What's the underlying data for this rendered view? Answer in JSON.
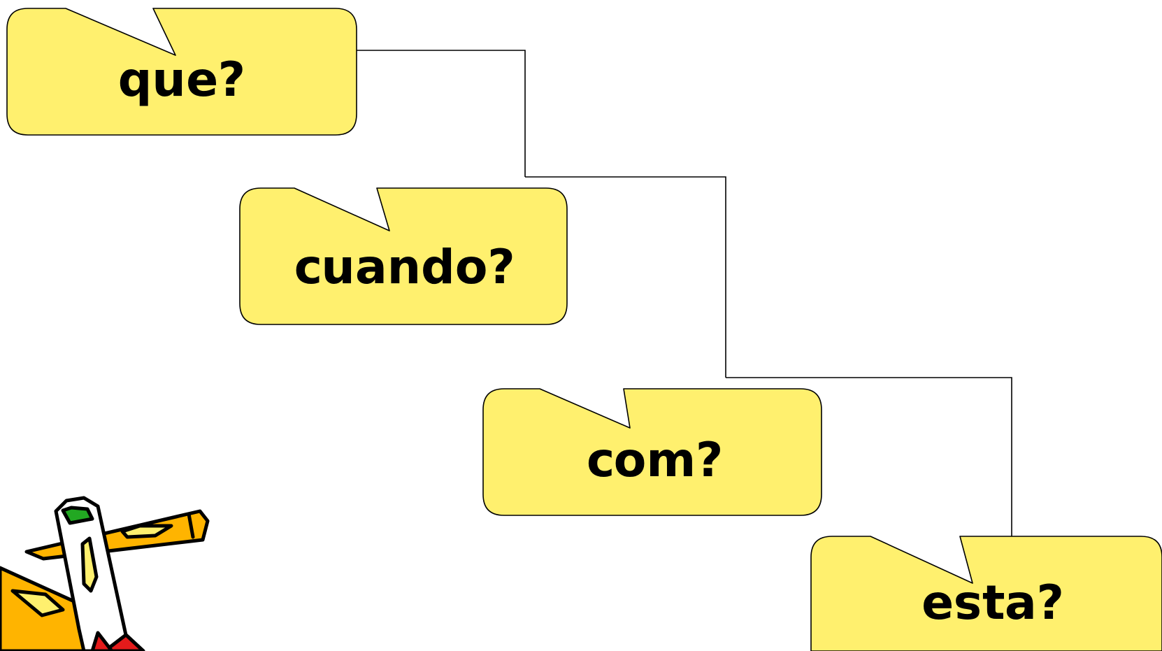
{
  "callouts": [
    {
      "id": "callout-1",
      "text": "¿ǝnb"
    },
    {
      "id": "callout-2",
      "text": "¿opuɐnɔ"
    },
    {
      "id": "callout-3",
      "text": "¿ɯoɔ"
    },
    {
      "id": "callout-4",
      "text": "¿ɐʇsǝ"
    }
  ],
  "colors": {
    "callout_fill": "#fff06e",
    "outline": "#000000",
    "pencil_body": "#ffb400",
    "pencil_eraser": "#22a822",
    "pencil_tip": "#e41b1b"
  },
  "clipart": {
    "icon": "crossed-pencils-icon"
  }
}
